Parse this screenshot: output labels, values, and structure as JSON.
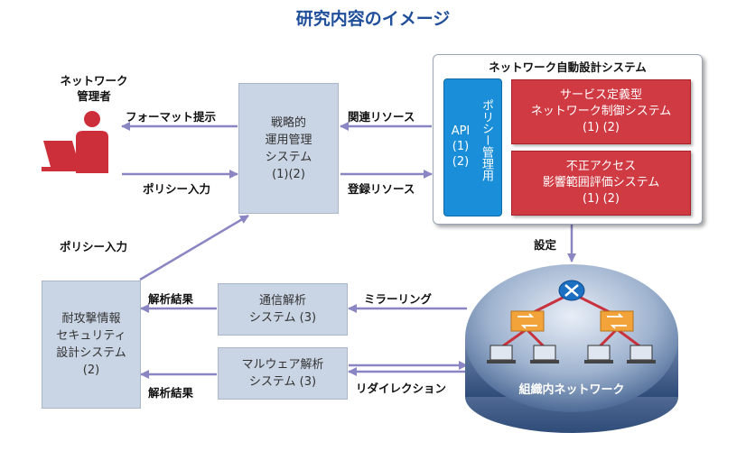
{
  "title": "研究内容のイメージ",
  "admin": {
    "label": "ネットワーク\n管理者",
    "icon": "person-with-laptop-icon"
  },
  "strategy_system": "戦略的\n運用管理\nシステム\n(1)(2)",
  "design_system": {
    "title": "ネットワーク自動設計システム",
    "api_box": "API\n(1)\n(2)",
    "policy_box": "ポリシー管理用",
    "service_box": "サービス定義型\nネットワーク制御システム\n(1) (2)",
    "fraud_box": "不正アクセス\n影響範囲評価システム\n(1) (2)"
  },
  "security_system": "耐攻撃情報\nセキュリティ\n設計システム\n(2)",
  "comm_analysis": "通信解析\nシステム (3)",
  "malware_analysis": "マルウェア解析\nシステム (3)",
  "network": {
    "label": "組織内ネットワーク",
    "router_icon": "router-icon",
    "switch_icon": "switch-icon",
    "pc_icon": "laptop-icon"
  },
  "arrow_labels": {
    "format_present": "フォーマット提示",
    "policy_input_1": "ポリシー入力",
    "related_resources": "関連リソース",
    "register_resources": "登録リソース",
    "policy_input_2": "ポリシー入力",
    "setting": "設定",
    "mirroring": "ミラーリング",
    "redirection": "リダイレクション",
    "analysis_result_1": "解析結果",
    "analysis_result_2": "解析結果"
  },
  "colors": {
    "title": "#1f4e9a",
    "red_box": "#cf3a43",
    "gray_box": "#c9d4e4",
    "blue_panel": "#1a8ed8",
    "arrow": "#8a86c4"
  }
}
